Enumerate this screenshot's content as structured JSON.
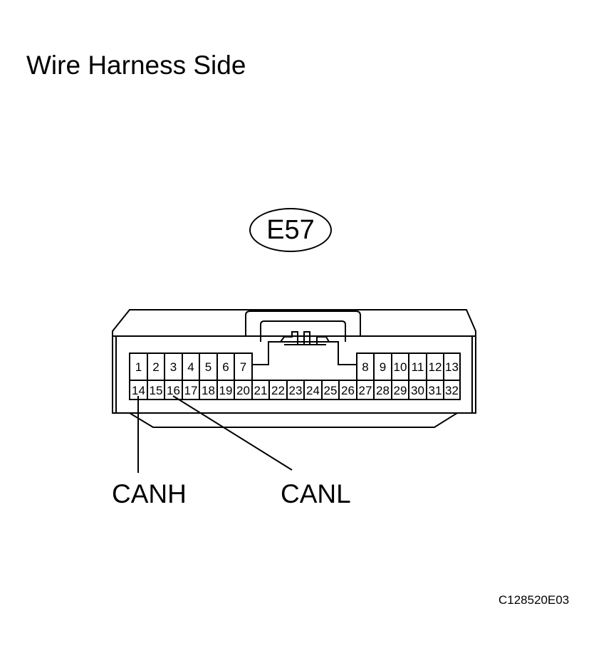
{
  "title": "Wire Harness Side",
  "connector": {
    "id": "E57",
    "top_row": [
      "1",
      "2",
      "3",
      "4",
      "5",
      "6",
      "7",
      "8",
      "9",
      "10",
      "11",
      "12",
      "13"
    ],
    "bottom_row": [
      "14",
      "15",
      "16",
      "17",
      "18",
      "19",
      "20",
      "21",
      "22",
      "23",
      "24",
      "25",
      "26",
      "27",
      "28",
      "29",
      "30",
      "31",
      "32"
    ]
  },
  "callouts": {
    "canh": "CANH",
    "canl": "CANL"
  },
  "figure_code": "C128520E03"
}
